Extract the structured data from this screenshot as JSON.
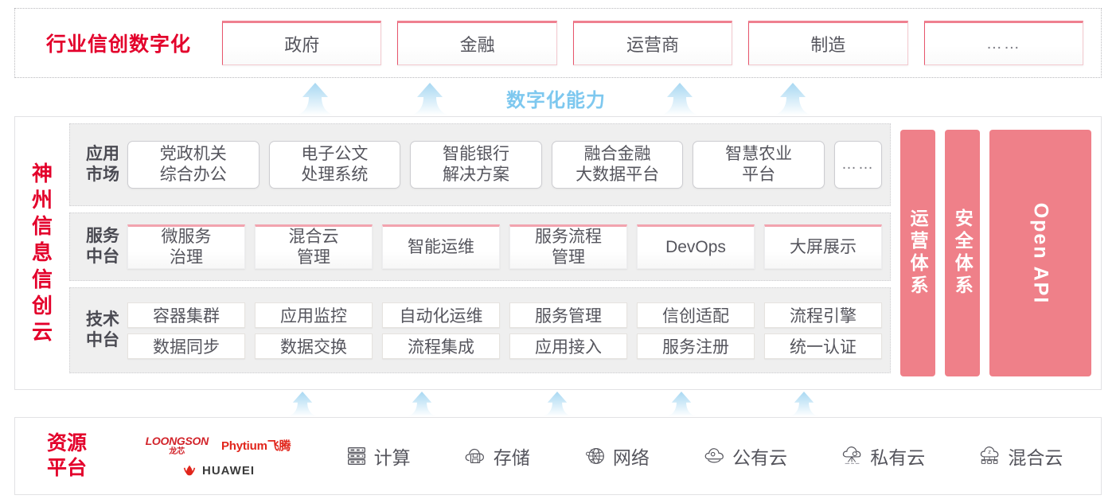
{
  "industry": {
    "title": "行业信创数字化",
    "cards": [
      {
        "label": "政府"
      },
      {
        "label": "金融"
      },
      {
        "label": "运营商"
      },
      {
        "label": "制造"
      },
      {
        "label": "……"
      }
    ]
  },
  "ability": {
    "label": "数字化能力",
    "arrow_icon": "up-arrow-icon",
    "arrow_count": 4
  },
  "cloud": {
    "title": "神州信息信创云",
    "tiers": [
      {
        "key": "app",
        "label": "应用\n市场",
        "label_line1": "应用",
        "label_line2": "市场",
        "cards": [
          "党政机关\n综合办公",
          "电子公文\n处理系统",
          "智能银行\n解决方案",
          "融合金融\n大数据平台",
          "智慧农业\n平台",
          "……"
        ]
      },
      {
        "key": "service",
        "label_line1": "服务",
        "label_line2": "中台",
        "cards": [
          "微服务\n治理",
          "混合云\n管理",
          "智能运维",
          "服务流程\n管理",
          "DevOps",
          "大屏展示"
        ]
      },
      {
        "key": "tech",
        "label_line1": "技术",
        "label_line2": "中台",
        "row1": [
          "容器集群",
          "应用监控",
          "自动化运维",
          "服务管理",
          "信创适配",
          "流程引擎"
        ],
        "row2": [
          "数据同步",
          "数据交换",
          "流程集成",
          "应用接入",
          "服务注册",
          "统一认证"
        ]
      }
    ],
    "pillars": [
      {
        "text": "运营体系",
        "orientation": "vertical-cn"
      },
      {
        "text": "安全体系",
        "orientation": "vertical-cn"
      },
      {
        "text": "Open API",
        "orientation": "rotated-en"
      }
    ]
  },
  "lower_arrows": {
    "arrow_icon": "up-arrow-icon",
    "arrow_count": 5
  },
  "resource": {
    "title_line1": "资源",
    "title_line2": "平台",
    "vendors": [
      {
        "name": "LOONGSON",
        "cn": "龙芯"
      },
      {
        "name": "Phytium",
        "cn": "飞腾"
      },
      {
        "name": "HUAWEI",
        "cn": ""
      }
    ],
    "items": [
      {
        "label": "计算",
        "icon": "server-rack-icon"
      },
      {
        "label": "存储",
        "icon": "cloud-storage-icon"
      },
      {
        "label": "网络",
        "icon": "network-globe-icon"
      },
      {
        "label": "公有云",
        "icon": "public-cloud-icon"
      },
      {
        "label": "私有云",
        "icon": "private-cloud-icon"
      },
      {
        "label": "混合云",
        "icon": "hybrid-cloud-icon"
      }
    ]
  },
  "colors": {
    "brand_red": "#e3002b",
    "card_accent_pink": "#ef8090",
    "pillar_pink": "#ef8089",
    "arrow_blue": "#b9dff5",
    "ability_text_blue": "#7ec8ef",
    "tier_bg": "#efefef",
    "text_gray": "#55555d"
  }
}
